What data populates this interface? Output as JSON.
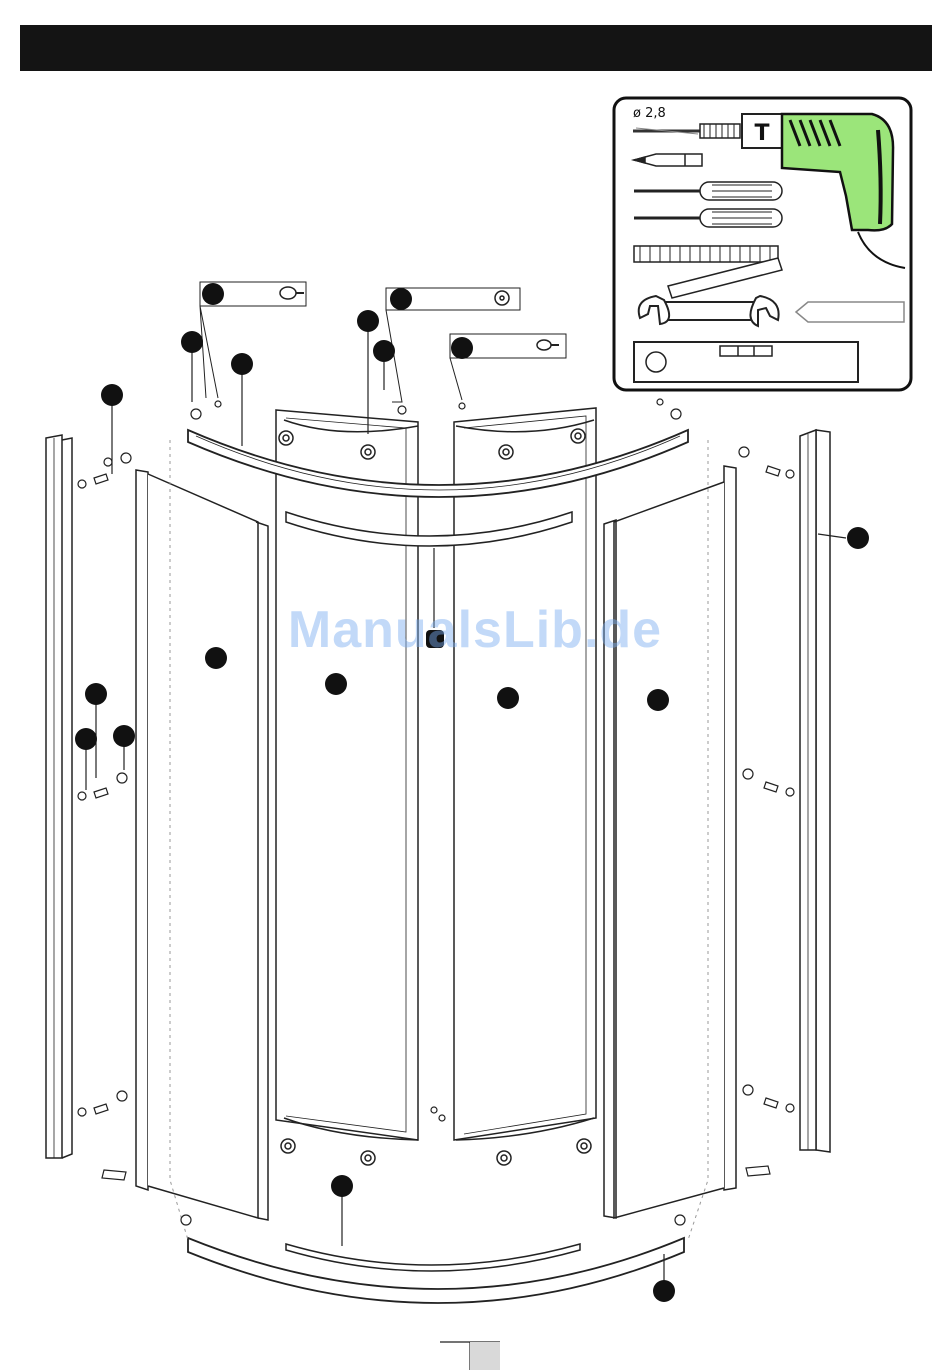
{
  "header": {
    "title": ""
  },
  "tools": {
    "drill_size": "ø 2,8",
    "drill_badge": "T",
    "icons": [
      "drill-bit-icon",
      "drill-icon",
      "pencil-icon",
      "phillips-screwdriver-icon",
      "flat-screwdriver-icon",
      "folding-ruler-icon",
      "wrench-icon",
      "arrow-left-icon",
      "spirit-level-icon"
    ]
  },
  "watermark": "ManualsLib.de",
  "colors": {
    "header": "#141414",
    "drill_body": "#9be57a",
    "watermark": "#78aaf0"
  }
}
